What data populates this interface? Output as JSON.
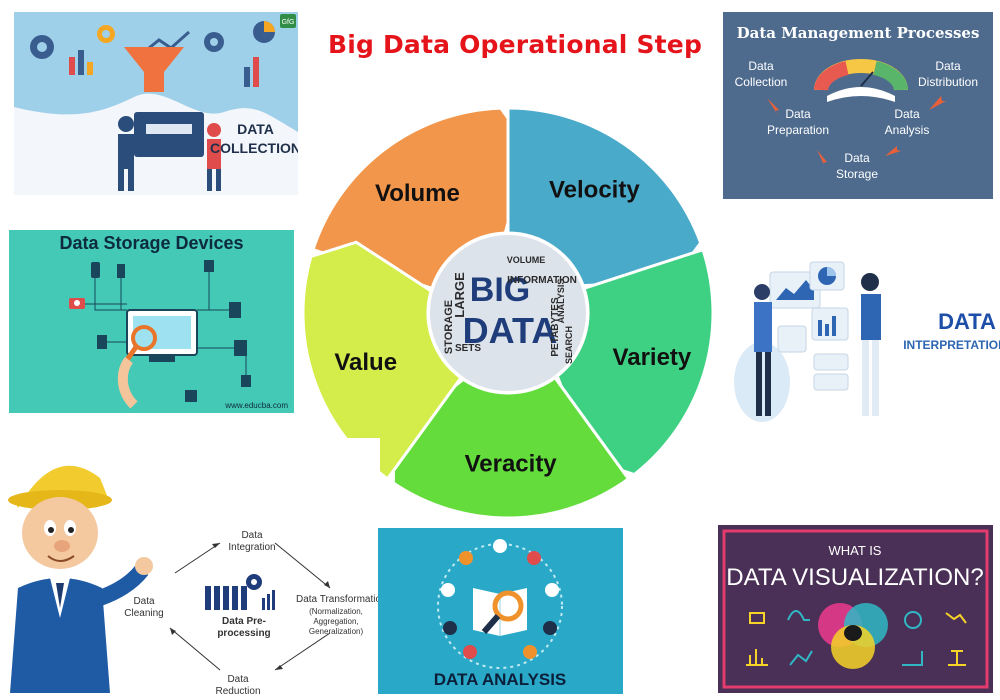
{
  "title": "Big Data Operational Step",
  "cycle": {
    "segments": [
      "Volume",
      "Velocity",
      "Variety",
      "Veracity",
      "Value"
    ],
    "colors": [
      "#f1964a",
      "#4aaac9",
      "#3fd183",
      "#63dc3c",
      "#d4ed4a"
    ],
    "center_words": [
      "BIG",
      "DATA",
      "LARGE",
      "STORAGE",
      "INFORMATION",
      "PETABYTES",
      "ANALYSIS",
      "SEARCH",
      "SETS",
      "VOLUME"
    ]
  },
  "panels": {
    "collection": {
      "line1": "DATA",
      "line2": "COLLECTION",
      "logo": "GfG"
    },
    "storage": {
      "title": "Data Storage Devices",
      "footer": "www.educba.com"
    },
    "management": {
      "title": "Data Management Processes",
      "steps": [
        "Data Collection",
        "Data Preparation",
        "Data Storage",
        "Data Analysis",
        "Data Distribution"
      ]
    },
    "interpretation": {
      "line1": "DATA",
      "line2": "INTERPRETATION"
    },
    "preprocessing": {
      "center": "Data Pre-processing",
      "steps": [
        "Data Integration",
        "Data Transformation",
        "(Normalization, Aggregation, Generalization)",
        "Data Reduction",
        "Data Cleaning"
      ]
    },
    "analysis": {
      "label": "DATA ANALYSIS"
    },
    "visualization": {
      "line1": "WHAT IS",
      "line2": "DATA VISUALIZATION?"
    }
  }
}
